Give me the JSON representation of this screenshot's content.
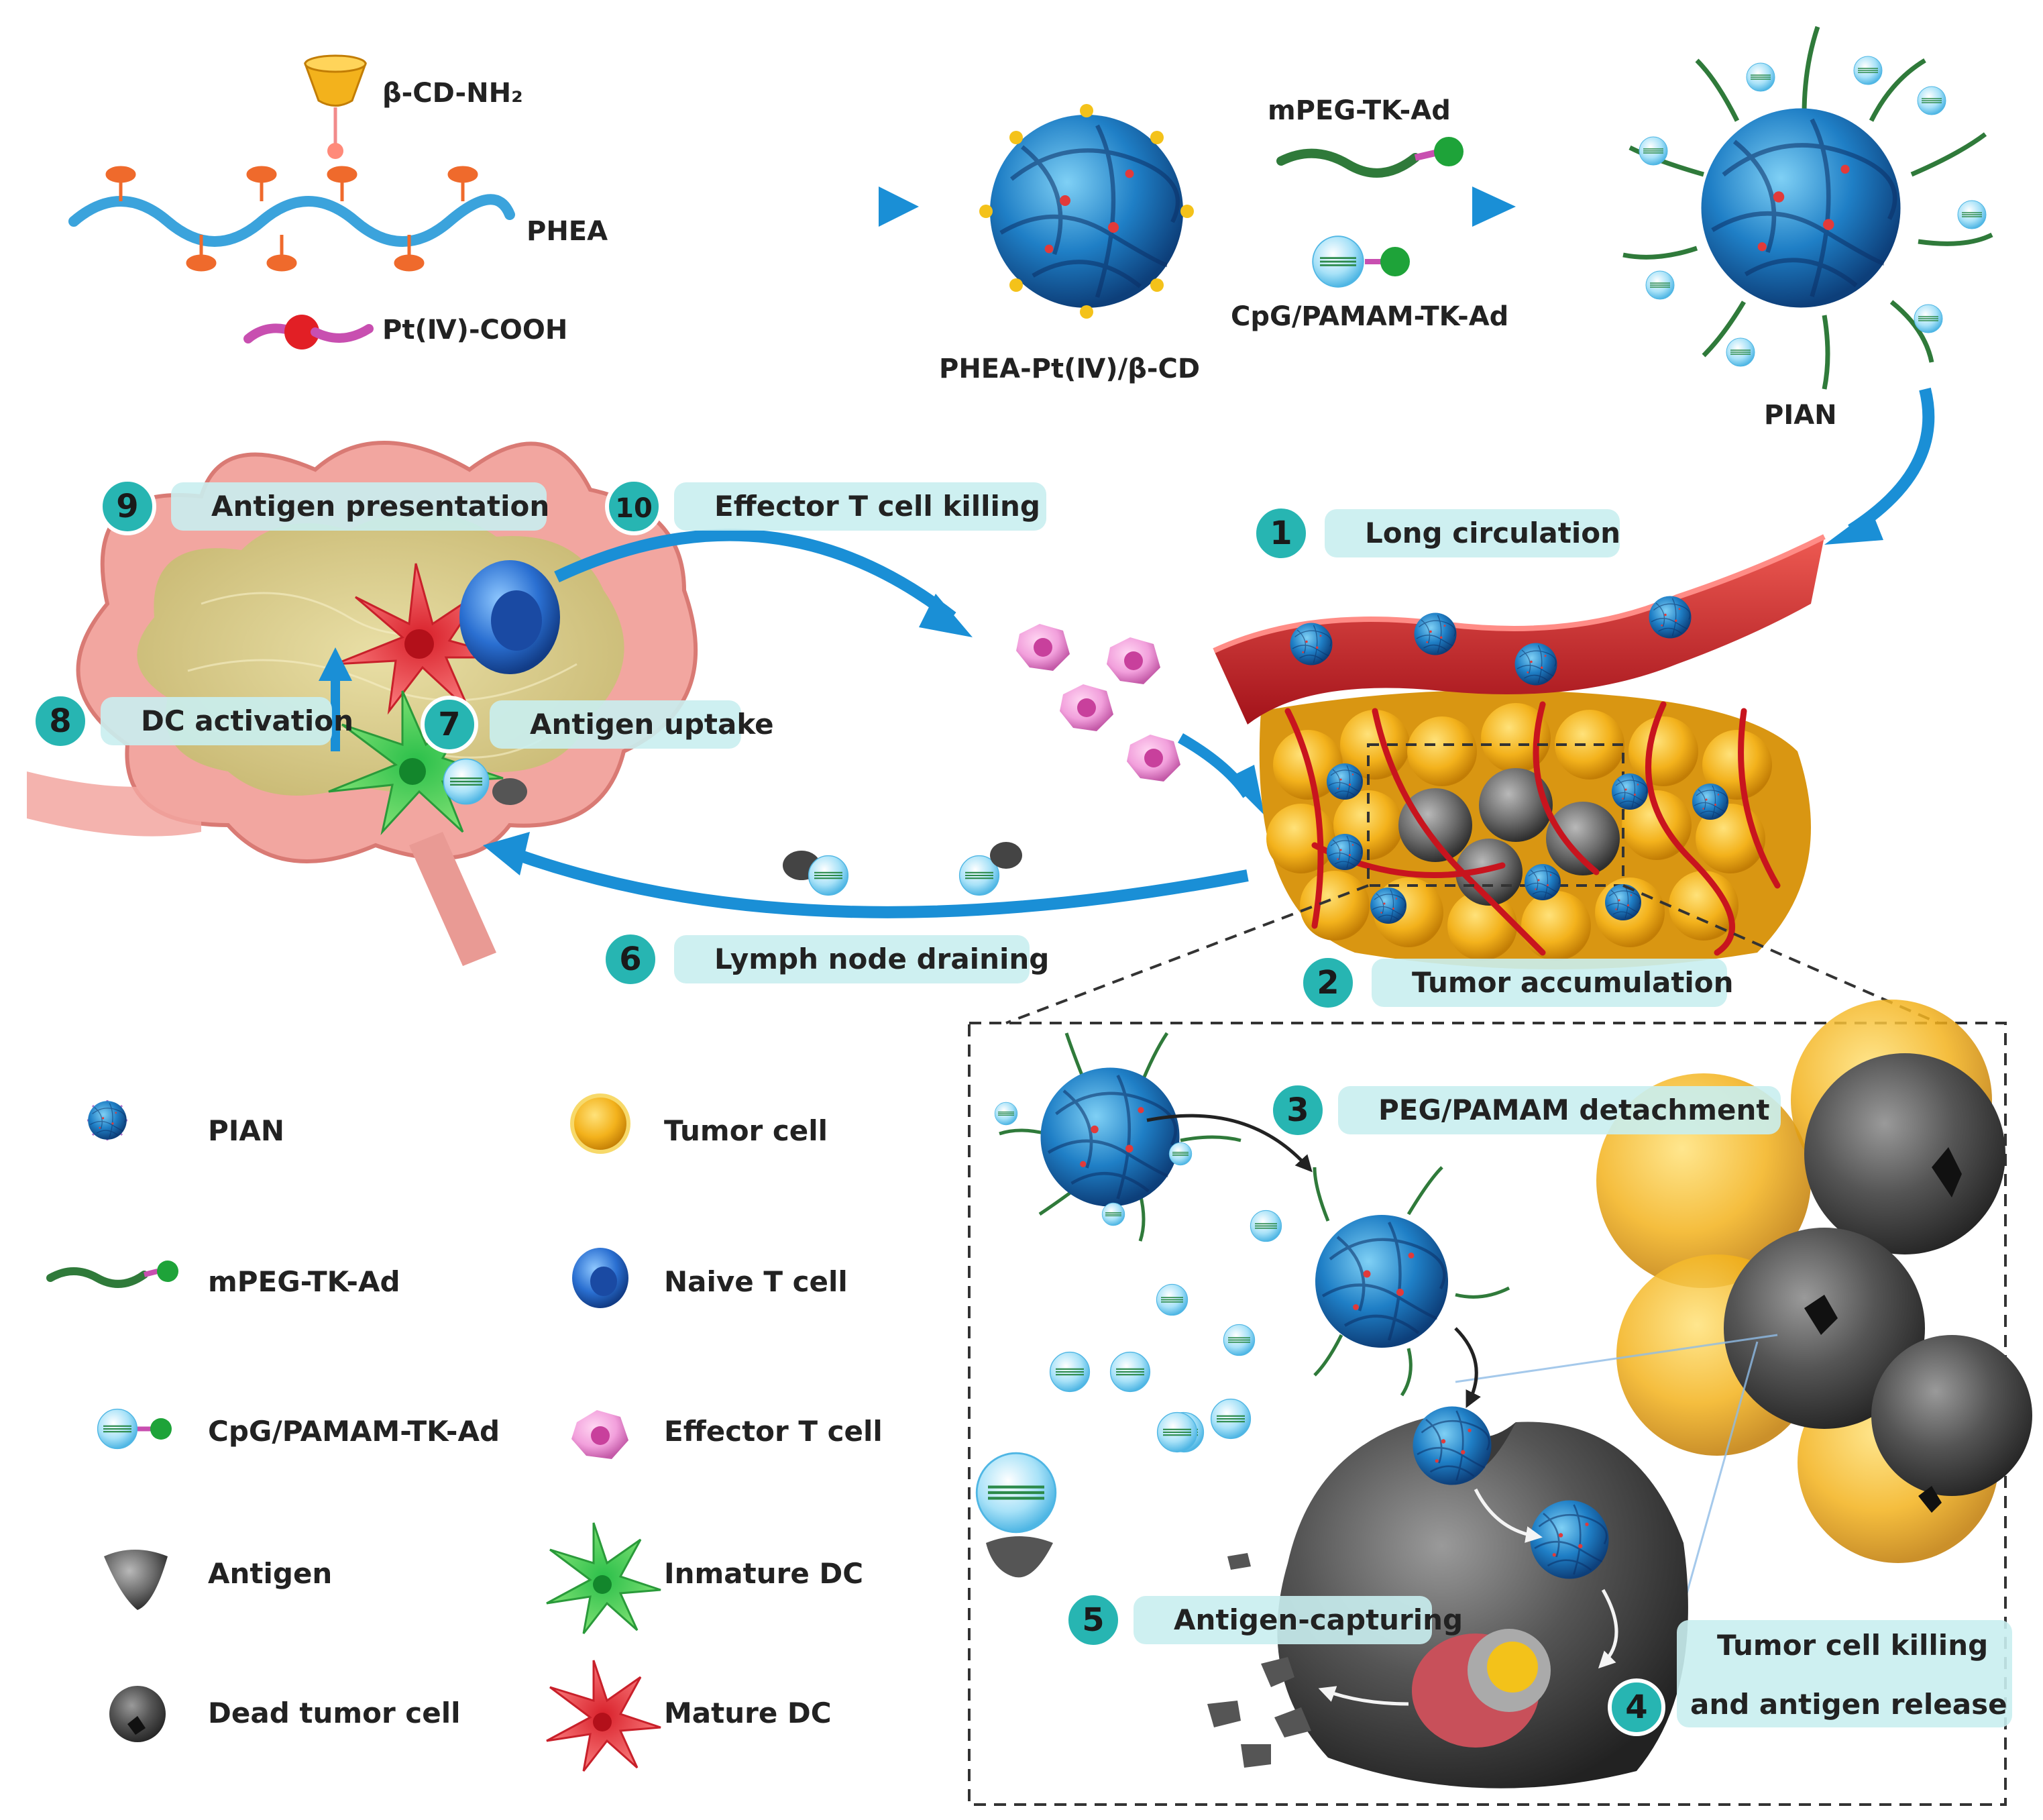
{
  "synthesis": {
    "b_cd": "β-CD-NH₂",
    "phea": "PHEA",
    "pt_cooh": "Pt(Ⅳ)-COOH",
    "phea_pt_cd": "PHEA-Pt(Ⅳ)/β-CD",
    "mpeg": "mPEG-TK-Ad",
    "cpg": "CpG/PAMAM-TK-Ad",
    "pian": "PIAN"
  },
  "steps": [
    {
      "num": "1",
      "label": "Long circulation"
    },
    {
      "num": "2",
      "label": "Tumor accumulation"
    },
    {
      "num": "3",
      "label": "PEG/PAMAM detachment"
    },
    {
      "num": "4",
      "label": "Tumor cell killing",
      "label2": "and antigen release"
    },
    {
      "num": "5",
      "label": "Antigen-capturing"
    },
    {
      "num": "6",
      "label": "Lymph node draining"
    },
    {
      "num": "7",
      "label": "Antigen uptake"
    },
    {
      "num": "8",
      "label": "DC activation"
    },
    {
      "num": "9",
      "label": "Antigen presentation"
    },
    {
      "num": "10",
      "label": "Effector  T cell killing"
    }
  ],
  "legend": [
    {
      "icon": "pian-icon",
      "label": "PIAN"
    },
    {
      "icon": "mpeg-tk-ad-icon",
      "label": "mPEG-TK-Ad"
    },
    {
      "icon": "cpg-pamam-icon",
      "label": "CpG/PAMAM-TK-Ad"
    },
    {
      "icon": "antigen-icon",
      "label": "Antigen"
    },
    {
      "icon": "dead-tumor-cell-icon",
      "label": "Dead tumor cell"
    },
    {
      "icon": "tumor-cell-icon",
      "label": "Tumor cell"
    },
    {
      "icon": "naive-t-cell-icon",
      "label": "Naive T cell"
    },
    {
      "icon": "effector-t-cell-icon",
      "label": "Effector T cell"
    },
    {
      "icon": "immature-dc-icon",
      "label": "Inmature DC"
    },
    {
      "icon": "mature-dc-icon",
      "label": "Mature DC"
    }
  ],
  "colors": {
    "arrow": "#1a8fd6",
    "badge": "#27b5b2",
    "label_bg": "#c9eef0",
    "vessel": "#d42a2a",
    "tumor": "#f0b21a",
    "lymph_node": "#f2a6a0",
    "polymer": "#2d9fd8"
  }
}
